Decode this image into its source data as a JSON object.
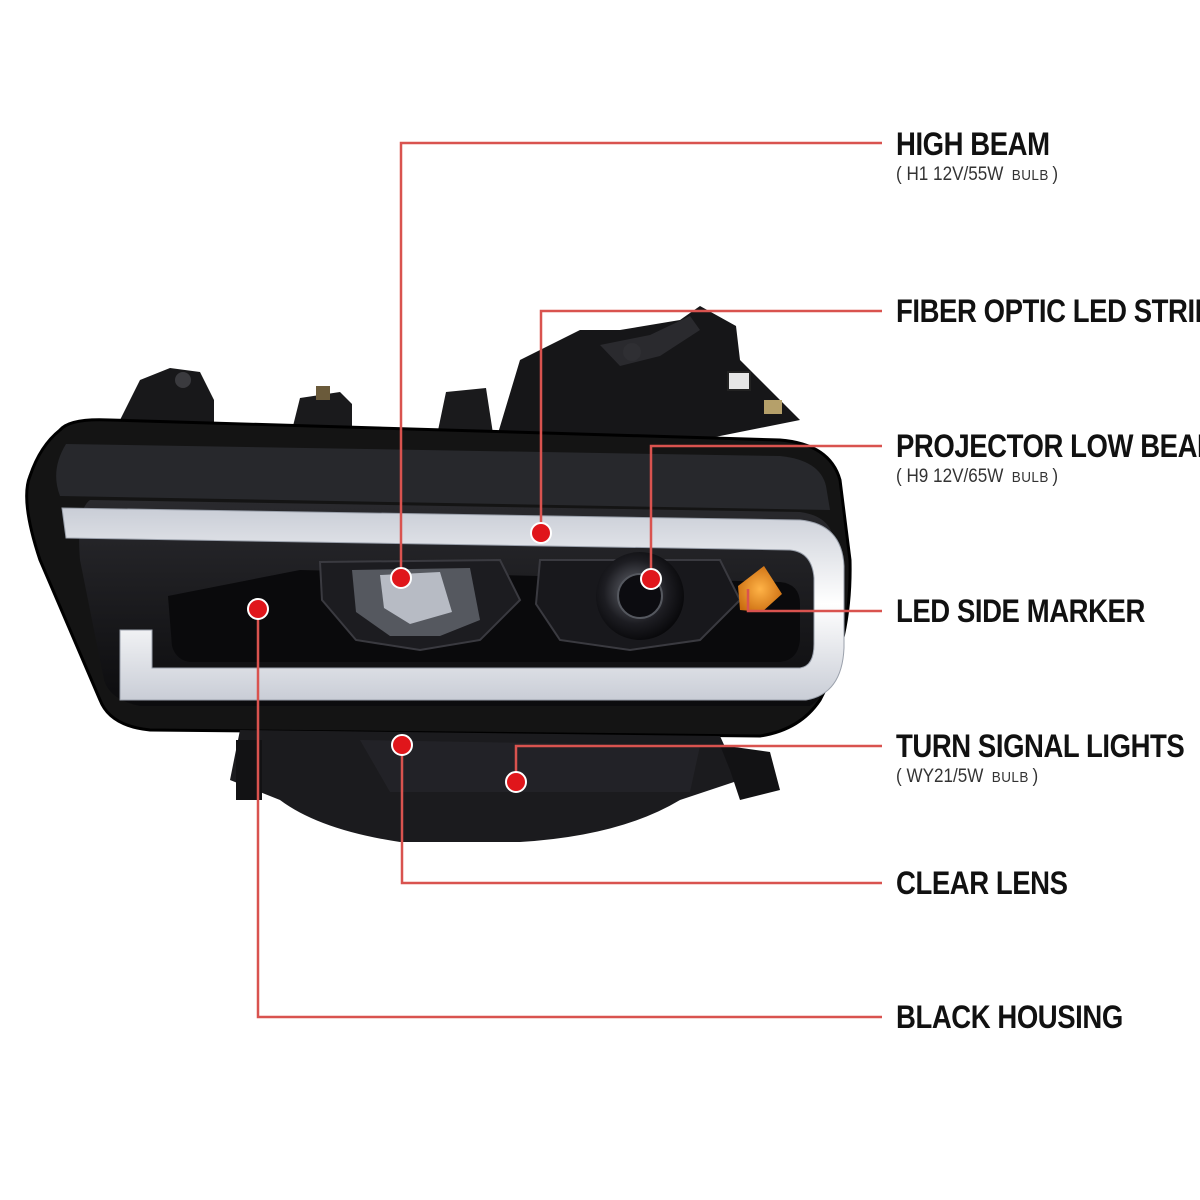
{
  "callouts": [
    {
      "id": "high-beam",
      "title": "HIGH BEAM",
      "spec_open": "(",
      "spec_value": "H1 12V/55W",
      "spec_bulb": "BULB",
      "spec_close": ")"
    },
    {
      "id": "fiber-optic",
      "title": "FIBER OPTIC LED STRIP"
    },
    {
      "id": "projector",
      "title": "PROJECTOR LOW BEAM",
      "spec_open": "(",
      "spec_value": "H9 12V/65W",
      "spec_bulb": "BULB",
      "spec_close": ")"
    },
    {
      "id": "side-marker",
      "title": "LED SIDE MARKER"
    },
    {
      "id": "turn-signal",
      "title": "TURN SIGNAL LIGHTS",
      "spec_open": "(",
      "spec_value": "WY21/5W",
      "spec_bulb": "BULB",
      "spec_close": ")"
    },
    {
      "id": "clear-lens",
      "title": "CLEAR LENS"
    },
    {
      "id": "housing",
      "title": "BLACK HOUSING"
    }
  ],
  "colors": {
    "leader_line": "#d9534f",
    "dot": "#e0161b",
    "housing": "#141414",
    "led_strip": "#f4f4f6",
    "amber": "#e08a1e"
  }
}
